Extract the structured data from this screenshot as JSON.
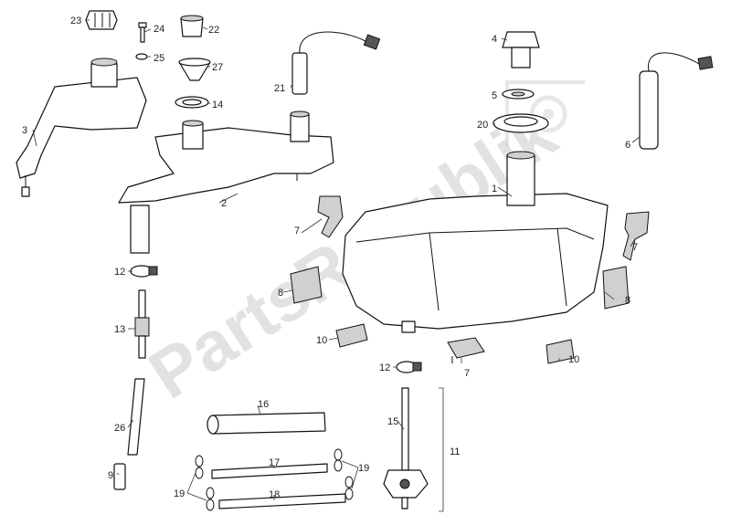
{
  "watermark": "PartsRepublik",
  "callouts": {
    "c1": "1",
    "c2": "2",
    "c3": "3",
    "c4": "4",
    "c5": "5",
    "c6": "6",
    "c7a": "7",
    "c7b": "7",
    "c7c": "7",
    "c8a": "8",
    "c8b": "8",
    "c9": "9",
    "c10a": "10",
    "c10b": "10",
    "c11": "11",
    "c12a": "12",
    "c12b": "12",
    "c13": "13",
    "c14": "14",
    "c15": "15",
    "c16": "16",
    "c17": "17",
    "c18": "18",
    "c19a": "19",
    "c19b": "19",
    "c20": "20",
    "c21": "21",
    "c22": "22",
    "c23": "23",
    "c24": "24",
    "c25": "25",
    "c26": "26",
    "c27": "27"
  }
}
